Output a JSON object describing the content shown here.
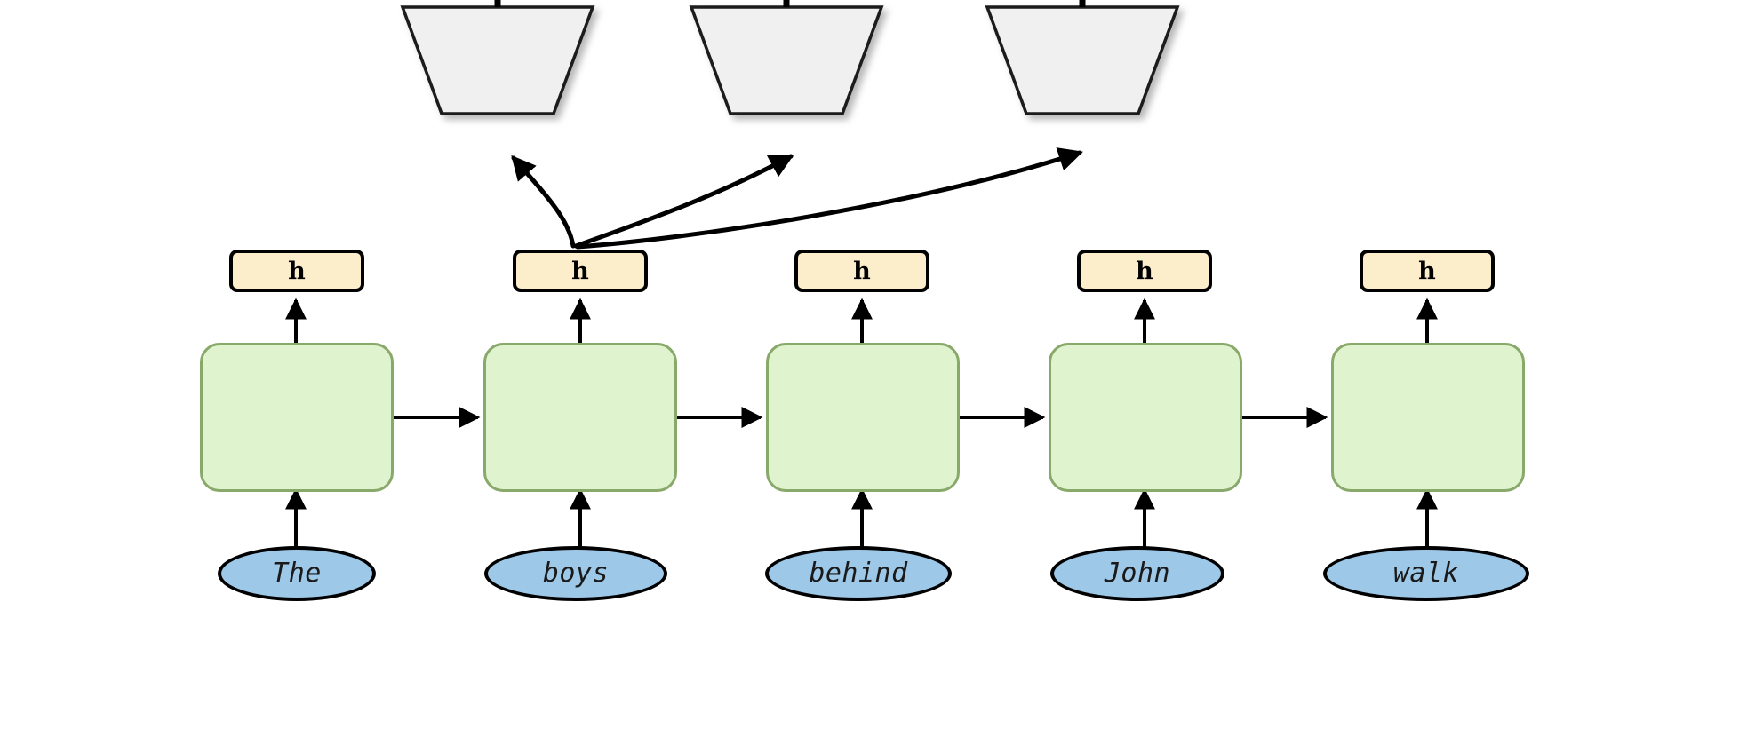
{
  "diagram": {
    "title": "Recurrent neural network unrolled over a sentence with attention-style output arrows",
    "type": "rnn-unrolled-sequence",
    "colors": {
      "cell_fill": "#e0f3cf",
      "cell_border": "#89a96a",
      "state_fill": "#fdeecb",
      "state_border": "#000000",
      "token_fill": "#9dc8e8",
      "token_border": "#000000",
      "output_fill": "#f0f0f0",
      "output_border": "#1a1a1a",
      "edge_color": "#000000",
      "background": "#ffffff"
    },
    "sequence": {
      "tokens": [
        {
          "id": "t1",
          "word": "The",
          "state_label": "h"
        },
        {
          "id": "t2",
          "word": "boys",
          "state_label": "h"
        },
        {
          "id": "t3",
          "word": "behind",
          "state_label": "h"
        },
        {
          "id": "t4",
          "word": "John",
          "state_label": "h"
        },
        {
          "id": "t5",
          "word": "walk",
          "state_label": "h"
        }
      ]
    },
    "outputs": {
      "count": 3,
      "shape": "inverted-trapezoid",
      "label": "",
      "items": [
        {
          "id": "o1",
          "label": ""
        },
        {
          "id": "o2",
          "label": ""
        },
        {
          "id": "o3",
          "label": ""
        }
      ]
    },
    "edges": {
      "token_to_cell": "vertical-arrow-up",
      "cell_to_state": "vertical-arrow-up",
      "cell_to_cell": "horizontal-arrow-right",
      "state_to_output": "curved-arrow-up",
      "source_state_index": 1,
      "curved_arrow_count": 3
    }
  }
}
